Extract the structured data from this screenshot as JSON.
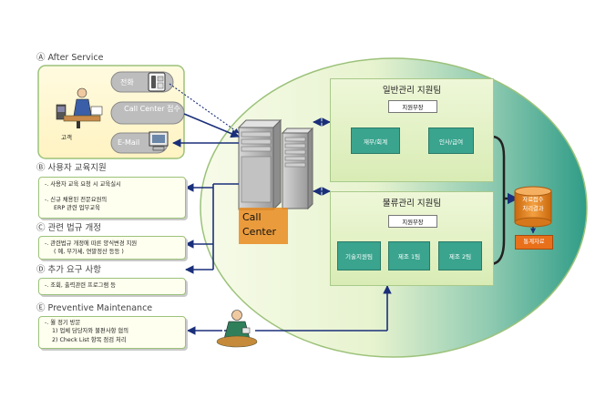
{
  "after_service": {
    "title": "Ⓐ After Service",
    "customer_label": "고객",
    "phone_label": "전화",
    "callcenter_label": "Call Center 접수",
    "email_label": "E-Mail"
  },
  "call_center": {
    "label_line1": "Call",
    "label_line2": "Center"
  },
  "section_b": {
    "title": "Ⓑ 사용자 교육지원",
    "lines": [
      "-. 사용자 교육 요청 시 교육실시",
      "-. 신규 채용된 전문요원의",
      "ERP 관련 업무교육"
    ]
  },
  "section_c": {
    "title": "Ⓒ 관련 법규 개정",
    "lines": [
      "-. 관련법규 개정에 따른 양식변경 지원",
      "( 예, 부가세, 연말정산 등등 )"
    ]
  },
  "section_d": {
    "title": "Ⓓ 추가 요구 사항",
    "lines": [
      "-. 조회, 출력관련 프로그램 등"
    ]
  },
  "section_e": {
    "title": "Ⓔ Preventive Maintenance",
    "lines": [
      "-. 월 정기 방문",
      "1) 업체 담당자와 불편사항 협의",
      "2) Check List 항목 점검 처리"
    ]
  },
  "team_general": {
    "title": "일반관리 지원팀",
    "leader": "지원부장",
    "depts": [
      "재무/회계",
      "인사/급여"
    ]
  },
  "team_logistics": {
    "title": "물류관리 지원팀",
    "leader": "지원부장",
    "depts": [
      "기술지원팀",
      "제조 1팀",
      "제조 2팀"
    ]
  },
  "records": {
    "cylinder_line1": "자료접수",
    "cylinder_line2": "처리결과",
    "stats_label": "통계자료"
  },
  "colors": {
    "ellipse_light": "#f4f8e4",
    "ellipse_dark": "#3aa48e",
    "green_border": "#9cc27a",
    "arrow": "#1a2f7a",
    "cylinder": "#e98b1e",
    "stats_box": "#e8701a"
  }
}
